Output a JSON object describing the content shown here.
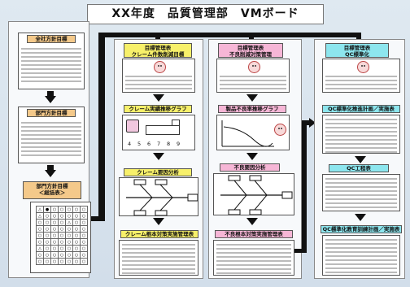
{
  "board_title": "XX年度　品質管理部　VMボード",
  "left_column": {
    "box1_title": "全社方針目標",
    "box2_title": "部門方針目標",
    "box3_title_line1": "部門方針目標",
    "box3_title_line2": "＜総括表＞"
  },
  "quality_column": {
    "goal_title_line1": "目標管理表",
    "goal_title_line2": "クレーム件数削減目標",
    "trend_title": "クレーム実績推移グラフ",
    "trend_numbers": [
      "4",
      "5",
      "6",
      "7",
      "8",
      "9"
    ],
    "analysis_title": "クレーム要因分析",
    "plan_title": "クレーム根本対策実施管理表"
  },
  "defect_column": {
    "goal_title_line1": "目標管理表",
    "goal_title_line2": "不良削減対策管理",
    "trend_title": "製品不良率推移グラフ",
    "analysis_title": "不良要因分析",
    "plan_title": "不良根本対策実施管理表"
  },
  "qc_column": {
    "goal_title_line1": "目標管理表",
    "goal_title_line2": "QC標準化",
    "promo_title": "QC標準化推進計画／実施表",
    "process_title": "QC工程表",
    "edu_title": "QC標準化教育訓練計画／実施表"
  },
  "colors": {
    "title_yellow": "#f7f06a",
    "title_pink": "#f6b6d6",
    "title_cyan": "#8de6ee",
    "arrow": "#111111"
  }
}
